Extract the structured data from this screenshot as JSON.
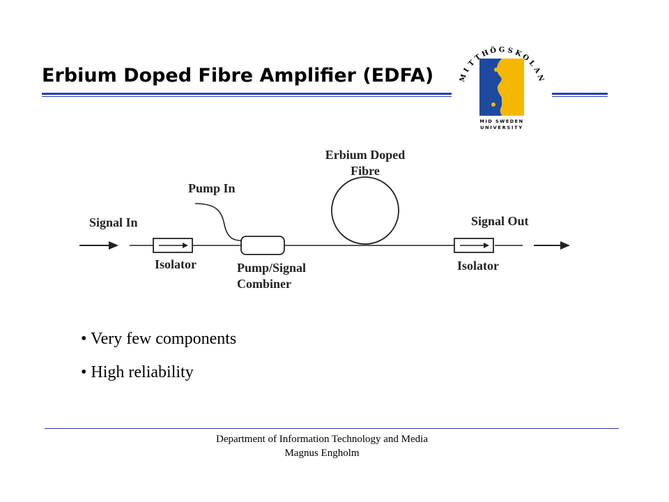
{
  "slide": {
    "title": "Erbium Doped Fibre Amplifier (EDFA)"
  },
  "logo": {
    "arc_letters": [
      "M",
      "I",
      "T",
      "T",
      "H",
      "Ö",
      "G",
      "S",
      "K",
      "O",
      "L",
      "A",
      "N"
    ],
    "line1": "MID SWEDEN",
    "line2": "UNIVERSITY",
    "colors": {
      "blue": "#1d4aa0",
      "yellow": "#f5b800"
    }
  },
  "diagram": {
    "erbium_fibre_line1": "Erbium  Doped",
    "erbium_fibre_line2": "Fibre",
    "pump_in": "Pump In",
    "signal_in": "Signal In",
    "signal_out": "Signal Out",
    "isolator_left": "Isolator",
    "isolator_right": "Isolator",
    "combiner_line1": "Pump/Signal",
    "combiner_line2": "Combiner"
  },
  "bullets": [
    "• Very few components",
    "• High reliability"
  ],
  "footer": {
    "line1": "Department of Information Technology and Media",
    "line2": "Magnus Engholm"
  },
  "colors": {
    "accent": "#2b3fa8"
  }
}
